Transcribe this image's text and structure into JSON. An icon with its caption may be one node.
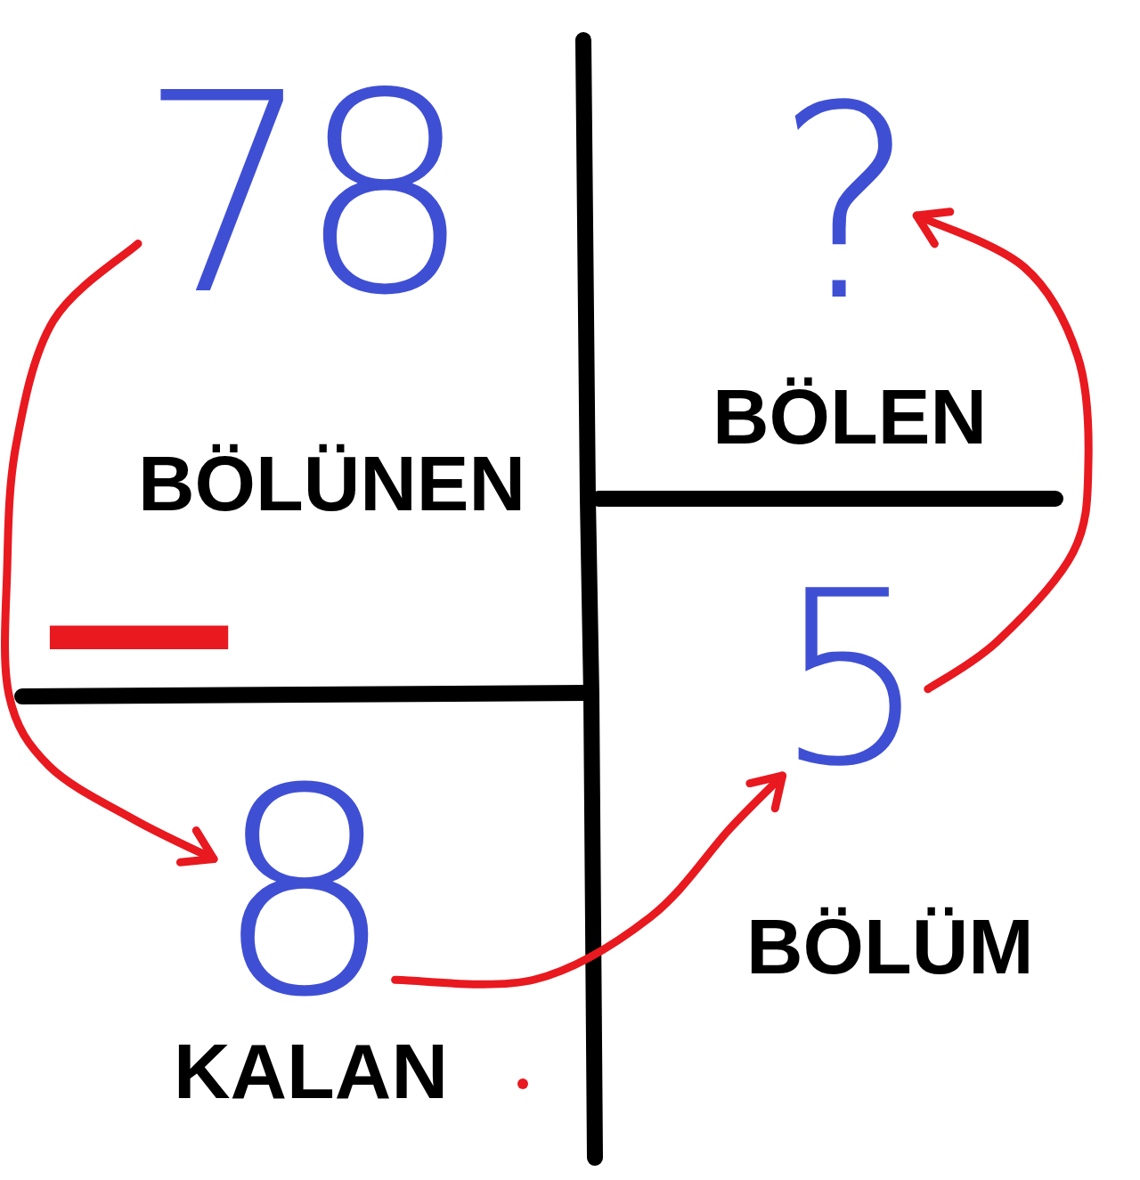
{
  "diagram": {
    "nodes": [
      {
        "text": [
          "78"
        ],
        "beside": [
          "BÖLÜNEN"
        ]
      },
      {
        "text": [
          "?"
        ],
        "beside": [
          "BÖLEN"
        ]
      },
      {
        "text": [
          "5"
        ],
        "beside": [
          "BÖLÜM"
        ]
      },
      {
        "text": [
          "8"
        ],
        "beside": [
          "KALAN"
        ]
      }
    ],
    "edges": [
      {
        "from": 0,
        "to": 3,
        "arrow": "to"
      },
      {
        "from": 3,
        "to": 2,
        "arrow": "to"
      },
      {
        "from": 2,
        "to": 1,
        "arrow": "to"
      }
    ],
    "labels": [
      "−"
    ]
  }
}
